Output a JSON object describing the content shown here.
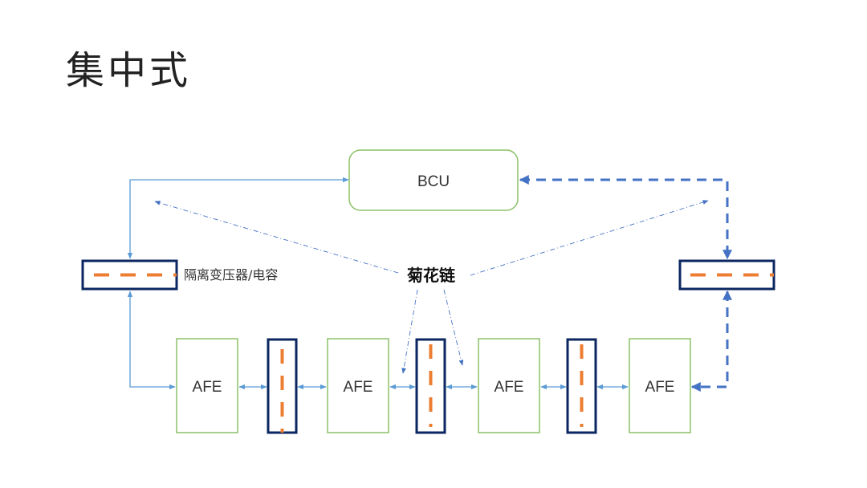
{
  "title": "集中式",
  "colors": {
    "node_border": "#8cc168",
    "isolator_border": "#0b2660",
    "isolator_dash": "#ed7d31",
    "signal_line": "#5b9bd5",
    "dashed_link": "#4472c4"
  },
  "nodes": {
    "bcu": {
      "label": "BCU"
    },
    "afe": [
      {
        "label": "AFE"
      },
      {
        "label": "AFE"
      },
      {
        "label": "AFE"
      },
      {
        "label": "AFE"
      }
    ]
  },
  "isolators": {
    "left_label": "隔离变压器/电容",
    "count_horizontal": 2,
    "count_vertical": 3
  },
  "annotation": {
    "daisy_chain_label": "菊花链"
  }
}
